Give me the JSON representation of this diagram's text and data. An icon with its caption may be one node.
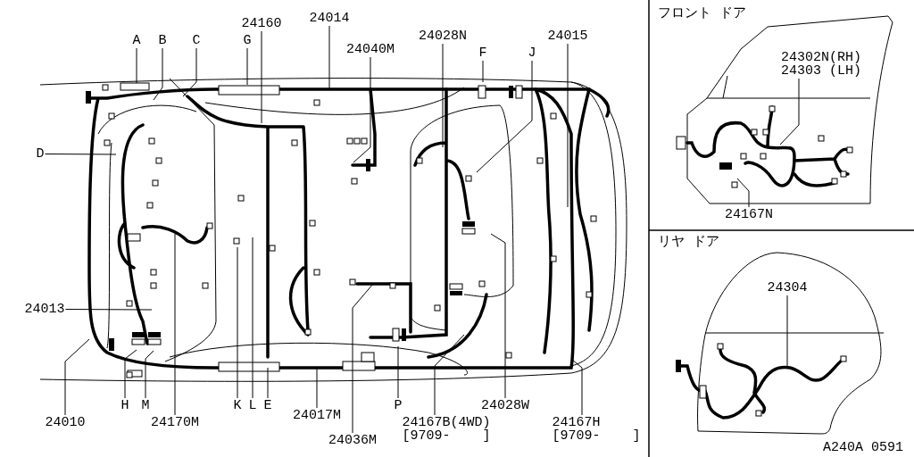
{
  "diagram": {
    "nodes": [
      {
        "text": [
          "A"
        ]
      },
      {
        "text": [
          "B"
        ]
      },
      {
        "text": [
          "C"
        ]
      },
      {
        "text": [
          "G"
        ]
      },
      {
        "text": [
          "24160"
        ]
      },
      {
        "text": [
          "24014"
        ]
      },
      {
        "text": [
          "24040M"
        ]
      },
      {
        "text": [
          "24028N"
        ]
      },
      {
        "text": [
          "F"
        ]
      },
      {
        "text": [
          "J"
        ]
      },
      {
        "text": [
          "24015"
        ]
      },
      {
        "text": [
          "D"
        ]
      },
      {
        "text": [
          "24013"
        ]
      },
      {
        "text": [
          "24010"
        ]
      },
      {
        "text": [
          "H"
        ]
      },
      {
        "text": [
          "M"
        ]
      },
      {
        "text": [
          "24170M"
        ]
      },
      {
        "text": [
          "K"
        ]
      },
      {
        "text": [
          "L"
        ]
      },
      {
        "text": [
          "E"
        ]
      },
      {
        "text": [
          "24017M"
        ]
      },
      {
        "text": [
          "24036M"
        ]
      },
      {
        "text": [
          "P"
        ]
      },
      {
        "text": [
          "24167B(4WD)",
          "[9709-    ]"
        ]
      },
      {
        "text": [
          "24028W"
        ]
      },
      {
        "text": [
          "24167H",
          "[9709-    ]"
        ]
      },
      {
        "text": [
          "24302N(RH)",
          "24303 (LH)"
        ]
      },
      {
        "text": [
          "24167N"
        ]
      },
      {
        "text": [
          "24304"
        ]
      },
      {
        "text": [],
        "shape": "picture"
      },
      {
        "text": [],
        "shape": "picture"
      }
    ],
    "edges": [
      {
        "from": 0,
        "to": null,
        "arrow": "none"
      },
      {
        "from": 1,
        "to": null,
        "arrow": "none"
      },
      {
        "from": 2,
        "to": null,
        "arrow": "none"
      },
      {
        "from": 3,
        "to": null,
        "arrow": "none"
      },
      {
        "from": 4,
        "to": null,
        "arrow": "none"
      },
      {
        "from": 5,
        "to": null,
        "arrow": "none"
      },
      {
        "from": 6,
        "to": null,
        "arrow": "none"
      },
      {
        "from": 7,
        "to": null,
        "arrow": "none"
      },
      {
        "from": 8,
        "to": null,
        "arrow": "none"
      },
      {
        "from": 9,
        "to": null,
        "arrow": "none"
      },
      {
        "from": 10,
        "to": null,
        "arrow": "none"
      },
      {
        "from": 11,
        "to": null,
        "arrow": "none"
      },
      {
        "from": 12,
        "to": null,
        "arrow": "none"
      },
      {
        "from": 13,
        "to": null,
        "arrow": "none"
      },
      {
        "from": 14,
        "to": null,
        "arrow": "none"
      },
      {
        "from": 15,
        "to": null,
        "arrow": "none"
      },
      {
        "from": 16,
        "to": null,
        "arrow": "none"
      },
      {
        "from": 17,
        "to": null,
        "arrow": "none"
      },
      {
        "from": 18,
        "to": null,
        "arrow": "none"
      },
      {
        "from": 19,
        "to": null,
        "arrow": "none"
      },
      {
        "from": 20,
        "to": null,
        "arrow": "none"
      },
      {
        "from": 21,
        "to": null,
        "arrow": "none"
      },
      {
        "from": 22,
        "to": null,
        "arrow": "none"
      },
      {
        "from": 23,
        "to": null,
        "arrow": "none"
      },
      {
        "from": 24,
        "to": null,
        "arrow": "none"
      },
      {
        "from": 25,
        "to": null,
        "arrow": "none"
      },
      {
        "from": 26,
        "to": 29,
        "arrow": "none"
      },
      {
        "from": 27,
        "to": 29,
        "arrow": "none"
      },
      {
        "from": 28,
        "to": 30,
        "arrow": "none"
      }
    ],
    "labels": [
      "フロント ドア",
      "リヤ ドア",
      "A240A 0591"
    ]
  }
}
